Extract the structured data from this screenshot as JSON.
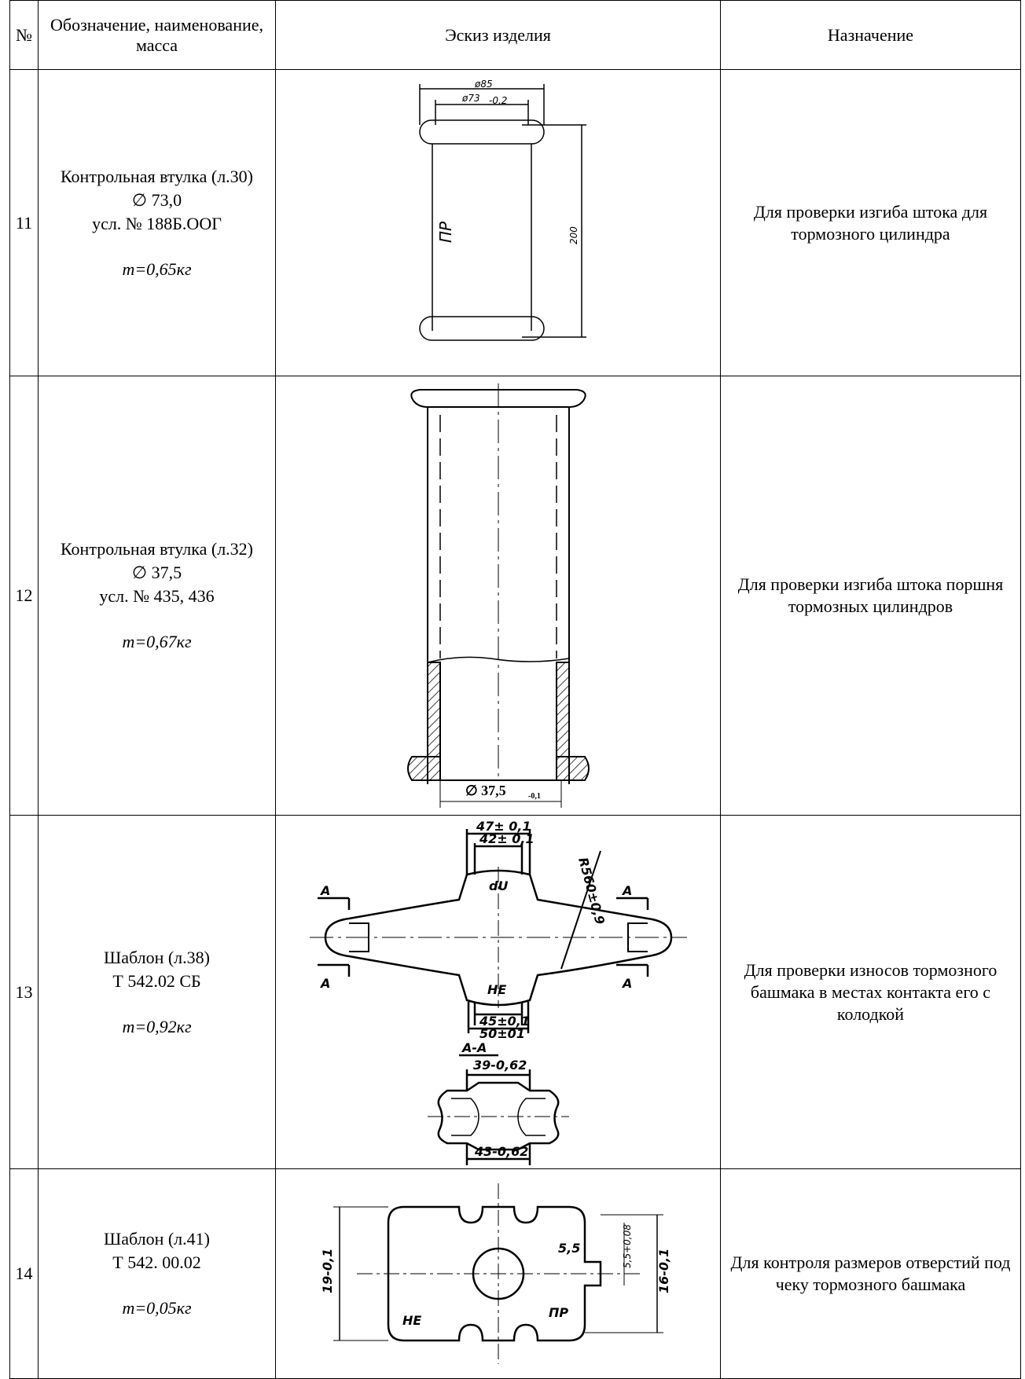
{
  "header": {
    "col_num": "№",
    "col_desc": "Обозначение, наименование, масса",
    "col_sketch": "Эскиз изделия",
    "col_purpose": "Назначение"
  },
  "rows": [
    {
      "num": "11",
      "desc_lines": [
        "Контрольная втулка (л.30)",
        "∅ 73,0",
        "усл. № 188Б.ООГ"
      ],
      "mass": "m=0,65кг",
      "purpose": "Для проверки изгиба штока для тормозного цилиндра",
      "sketch_labels": {
        "d1": "ø85",
        "d2": "ø73",
        "d2_tol": "-0,2",
        "mark": "ПР",
        "height": "200"
      }
    },
    {
      "num": "12",
      "desc_lines": [
        "Контрольная втулка (л.32)",
        "∅ 37,5",
        "усл. № 435, 436"
      ],
      "mass": "m=0,67кг",
      "purpose": "Для проверки изгиба штока поршня тормозных цилиндров",
      "sketch_labels": {
        "dia": "∅ 37,5",
        "dia_tol": "-0,1"
      }
    },
    {
      "num": "13",
      "desc_lines": [
        "Шаблон (л.38)",
        "Т 542.02 СБ"
      ],
      "mass": "m=0,92кг",
      "purpose": "Для проверки износов тормозного башмака в местах контакта его с колодкой",
      "sketch_labels": {
        "top1": "47± 0,1",
        "top2": "42± 0,1",
        "radius": "R560±0,9",
        "du": "dU",
        "he": "HE",
        "bot1": "45±0,1",
        "bot2": "50±01",
        "section": "A-A",
        "arrow": "A",
        "sec_top": "39-0,62",
        "sec_bot": "43-0,62"
      }
    },
    {
      "num": "14",
      "desc_lines": [
        "Шаблон (л.41)",
        "Т 542. 00.02"
      ],
      "mass": "m=0,05кг",
      "purpose": "Для контроля размеров отверстий под чеку тормозного башмака",
      "sketch_labels": {
        "h_left": "19-0,1",
        "h_right": "16-0,1",
        "slot": "5,5",
        "slot_tol": "5,5+0,08",
        "ne": "HE",
        "pr": "ПР"
      }
    }
  ]
}
